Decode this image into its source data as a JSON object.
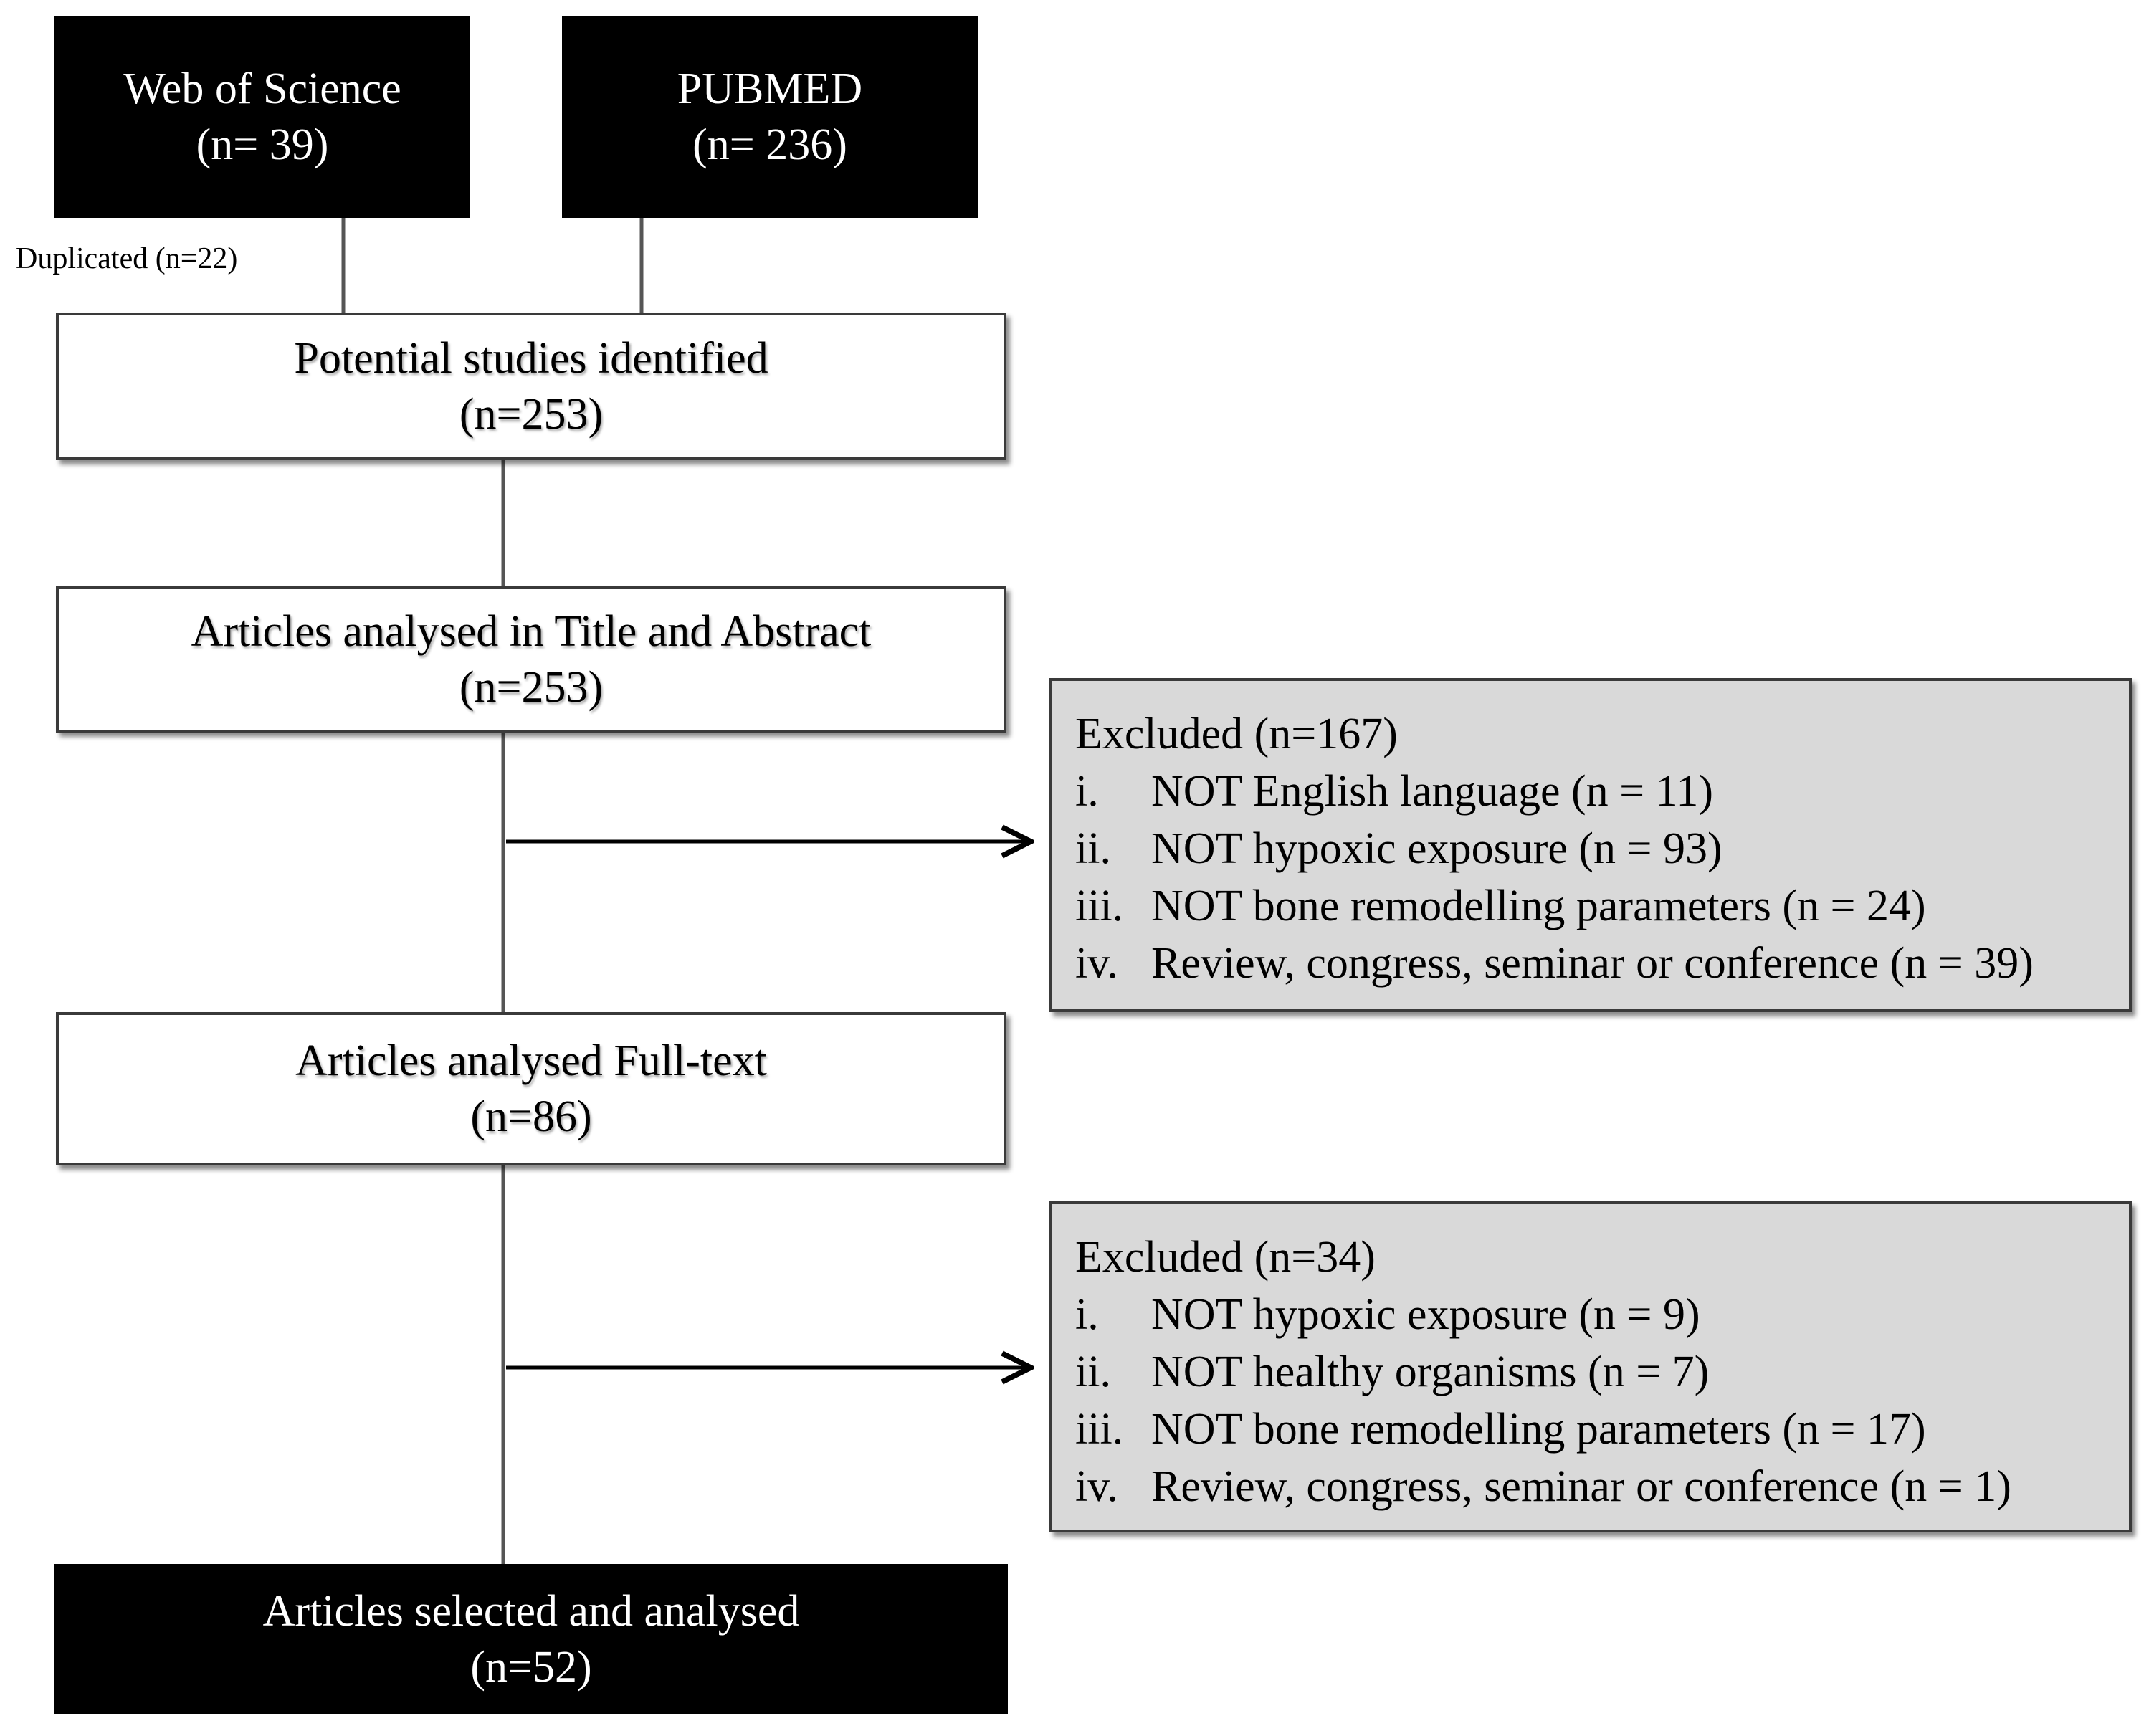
{
  "sources": {
    "wos": {
      "label": "Web of Science",
      "count": "(n= 39)"
    },
    "pubmed": {
      "label": "PUBMED",
      "count": "(n= 236)"
    }
  },
  "duplicated": "Duplicated (n=22)",
  "stages": {
    "potential": {
      "label": "Potential studies identified",
      "count": "(n=253)"
    },
    "title_abstract": {
      "label": "Articles analysed in Title and Abstract",
      "count": "(n=253)"
    },
    "full_text": {
      "label": "Articles analysed Full-text",
      "count": "(n=86)"
    },
    "selected": {
      "label": "Articles selected and analysed",
      "count": "(n=52)"
    }
  },
  "exclusions": [
    {
      "title": "Excluded (n=167)",
      "items": [
        {
          "num": "i.",
          "text": "NOT English language (n = 11)"
        },
        {
          "num": "ii.",
          "text": "NOT hypoxic exposure (n = 93)"
        },
        {
          "num": "iii.",
          "text": "NOT bone remodelling parameters (n = 24)"
        },
        {
          "num": "iv.",
          "text": "Review, congress, seminar or conference (n = 39)"
        }
      ]
    },
    {
      "title": "Excluded (n=34)",
      "items": [
        {
          "num": "i.",
          "text": "NOT hypoxic exposure (n = 9)"
        },
        {
          "num": "ii.",
          "text": "NOT healthy organisms (n = 7)"
        },
        {
          "num": "iii.",
          "text": "NOT bone remodelling parameters (n = 17)"
        },
        {
          "num": "iv.",
          "text": "Review, congress, seminar or conference (n = 1)"
        }
      ]
    }
  ]
}
